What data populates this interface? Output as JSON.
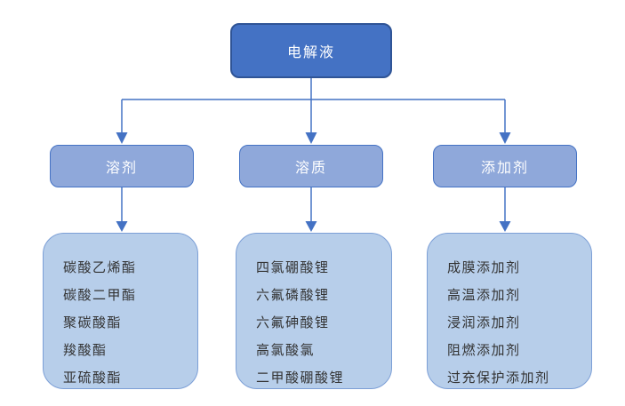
{
  "diagram": {
    "title_hint": "电解液组成结构图",
    "root": {
      "label": "电解液"
    },
    "branches": [
      {
        "label": "溶剂",
        "items": [
          "碳酸乙烯酯",
          "碳酸二甲酯",
          "聚碳酸酯",
          "羧酸酯",
          "亚硫酸酯"
        ]
      },
      {
        "label": "溶质",
        "items": [
          "四氯硼酸锂",
          "六氟磷酸锂",
          "六氟砷酸锂",
          "高氯酸氯",
          "二甲酸硼酸锂"
        ]
      },
      {
        "label": "添加剂",
        "items": [
          "成膜添加剂",
          "高温添加剂",
          "浸润添加剂",
          "阻燃添加剂",
          "过充保护添加剂"
        ]
      }
    ],
    "colors": {
      "root_fill": "#4472C4",
      "root_border": "#2F5496",
      "root_text": "#FFFFFF",
      "branch_fill": "#8FA8DA",
      "branch_border": "#4472C4",
      "branch_text": "#FFFFFF",
      "leaf_fill": "#B7CEEA",
      "leaf_border": "#7C9FD6",
      "leaf_text": "#333333",
      "connector": "#4472C4"
    }
  }
}
